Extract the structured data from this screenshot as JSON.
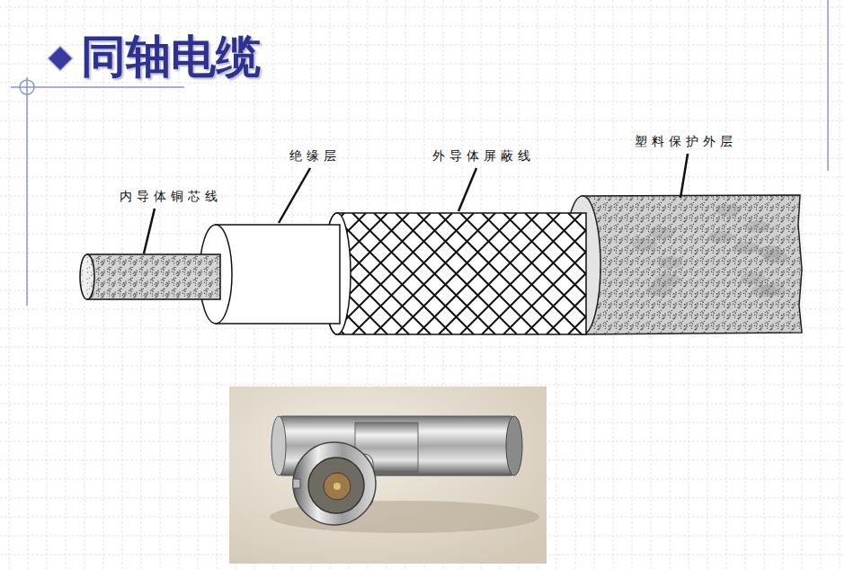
{
  "diagram": {
    "title": "同轴电缆",
    "labels": [
      "内导体铜芯线",
      "绝缘层",
      "外导体屏蔽线",
      "塑料保护外层"
    ]
  }
}
